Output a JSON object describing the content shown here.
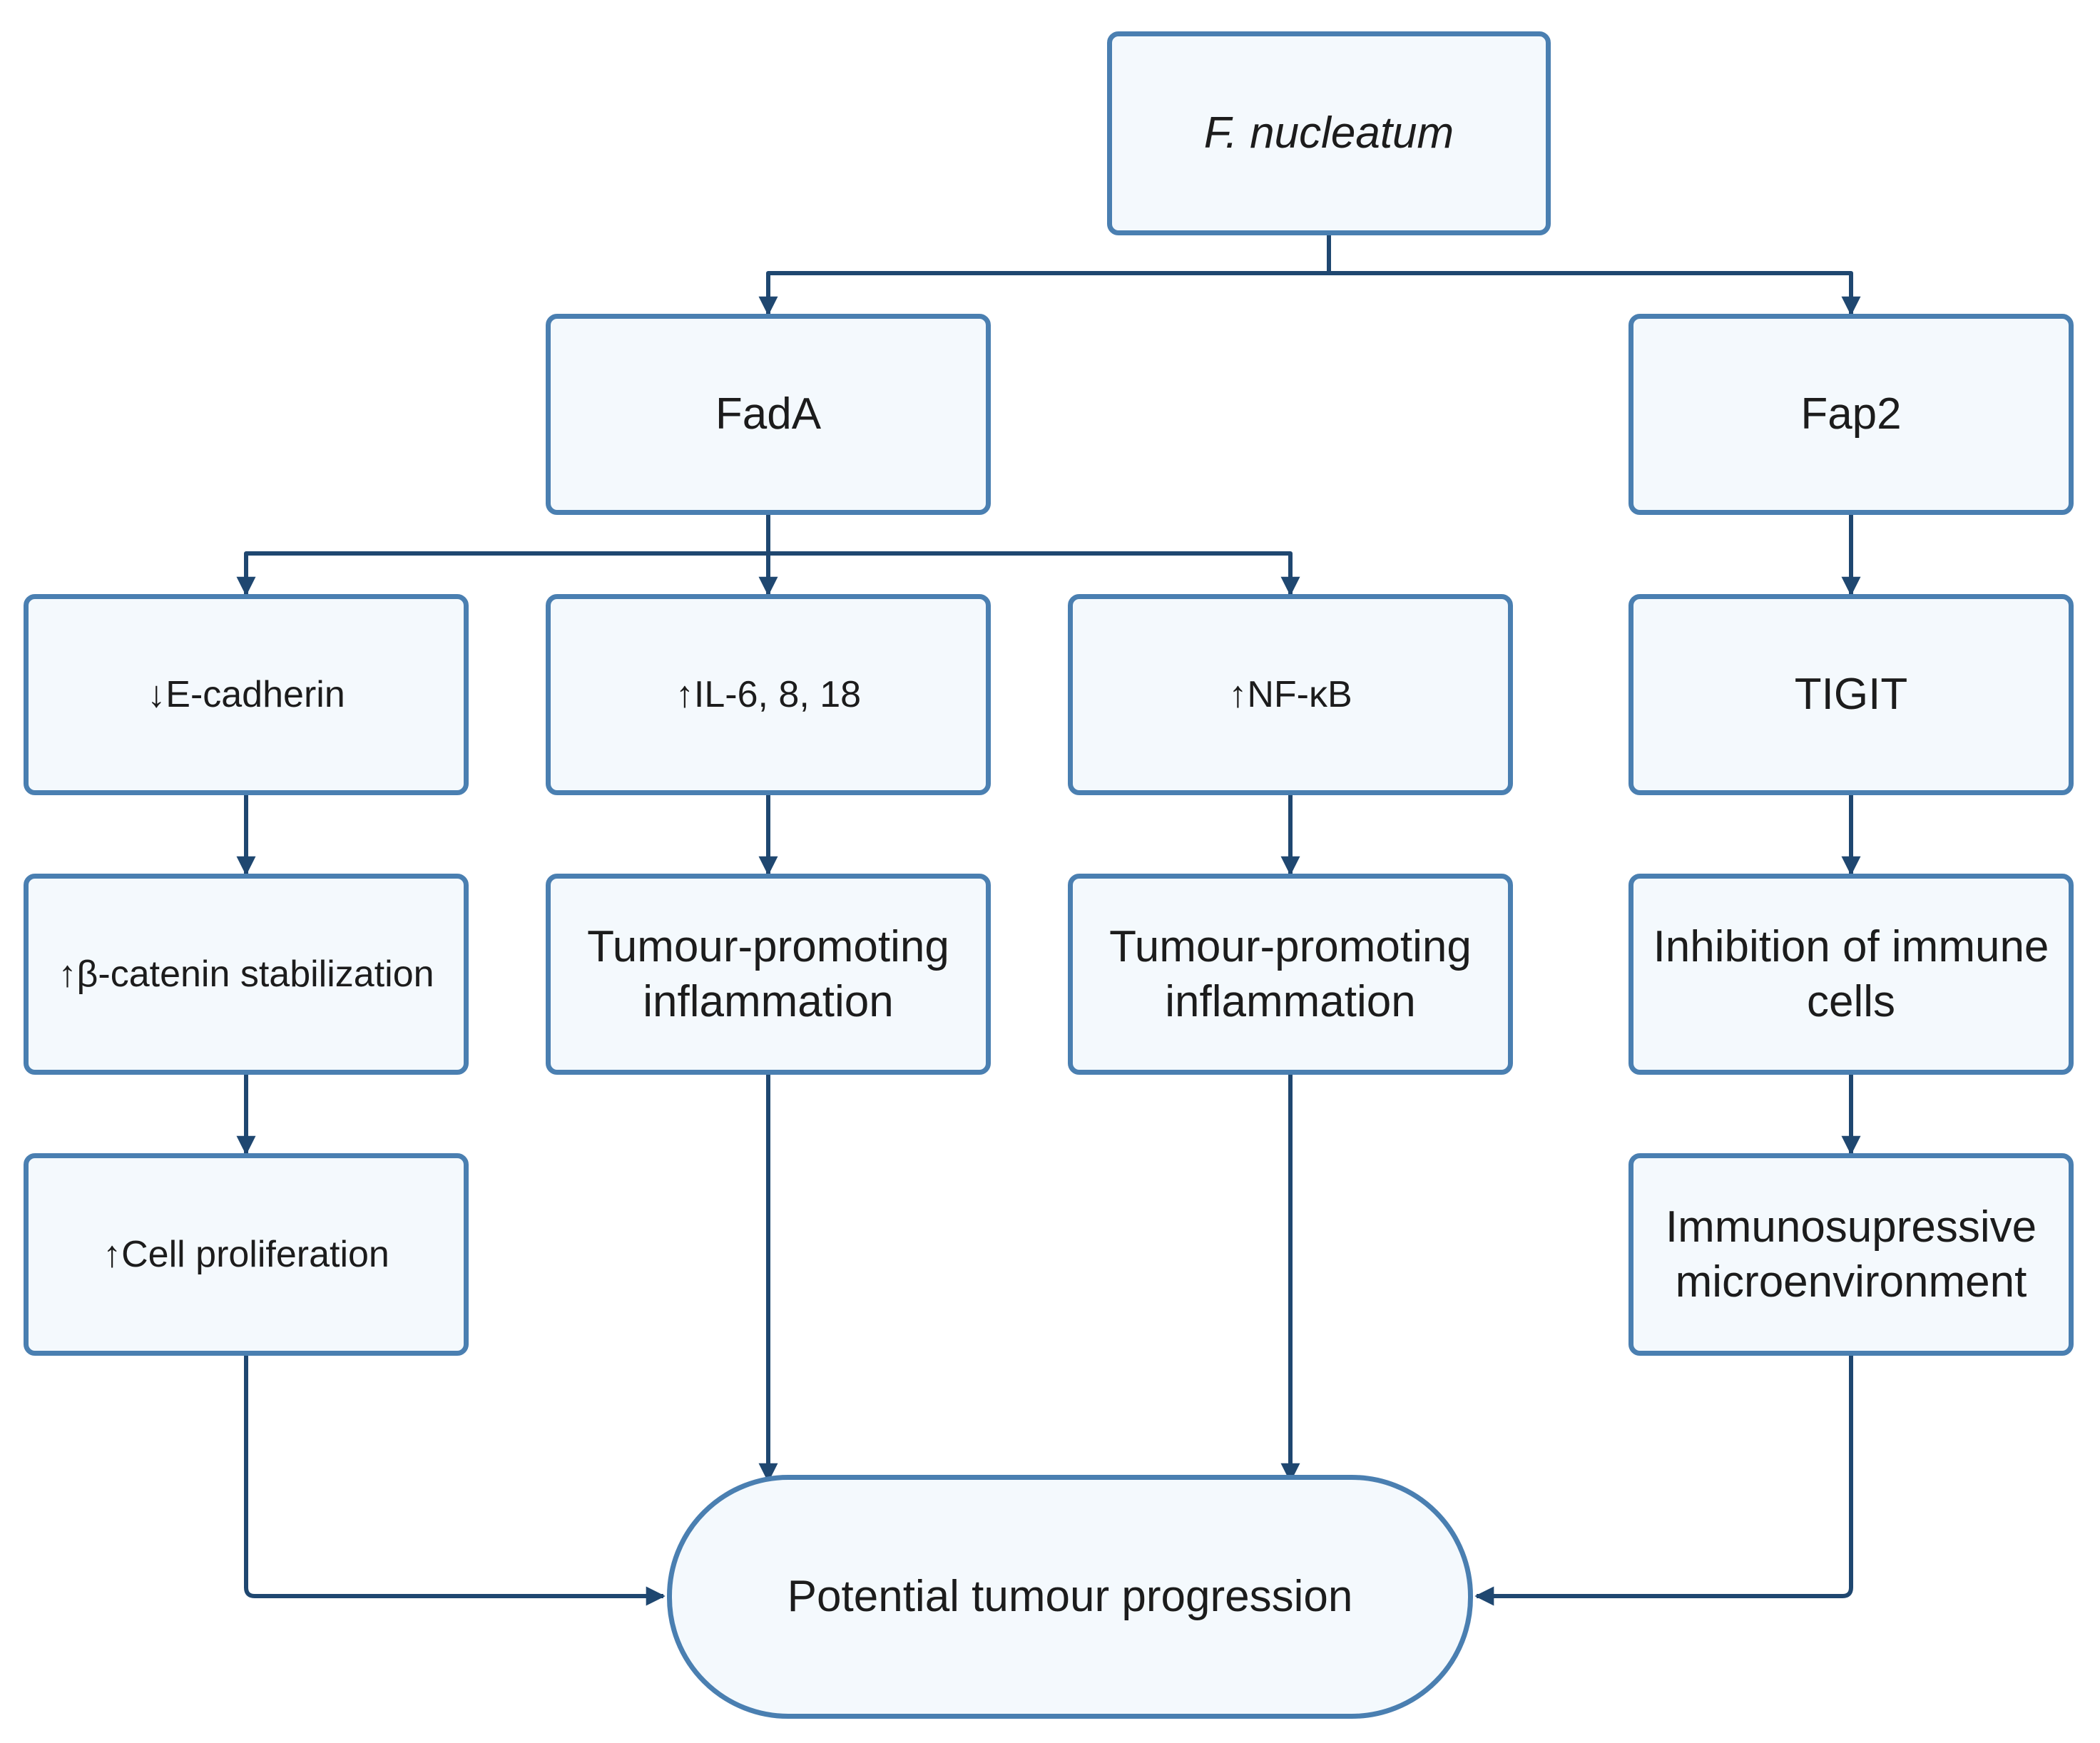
{
  "colors": {
    "box_fill": "#f4f9fd",
    "box_border": "#4a7fb1",
    "connector": "#1f4770",
    "text": "#1c1c1c"
  },
  "nodes": {
    "root": "F. nucleatum",
    "fada": "FadA",
    "fap2": "Fap2",
    "ecadherin": "↓E-cadherin",
    "interleukins": "↑IL-6, 8, 18",
    "nfkb": "↑NF-κB",
    "tigit": "TIGIT",
    "beta_catenin": "↑β-catenin stabilization",
    "inflammation_1": "Tumour-promoting\ninflammation",
    "inflammation_2": "Tumour-promoting\ninflammation",
    "immune_inhibition": "Inhibition of immune\ncells",
    "proliferation": "↑Cell proliferation",
    "immunosuppressive": "Immunosupressive\nmicroenvironment",
    "progression": "Potential tumour progression"
  }
}
